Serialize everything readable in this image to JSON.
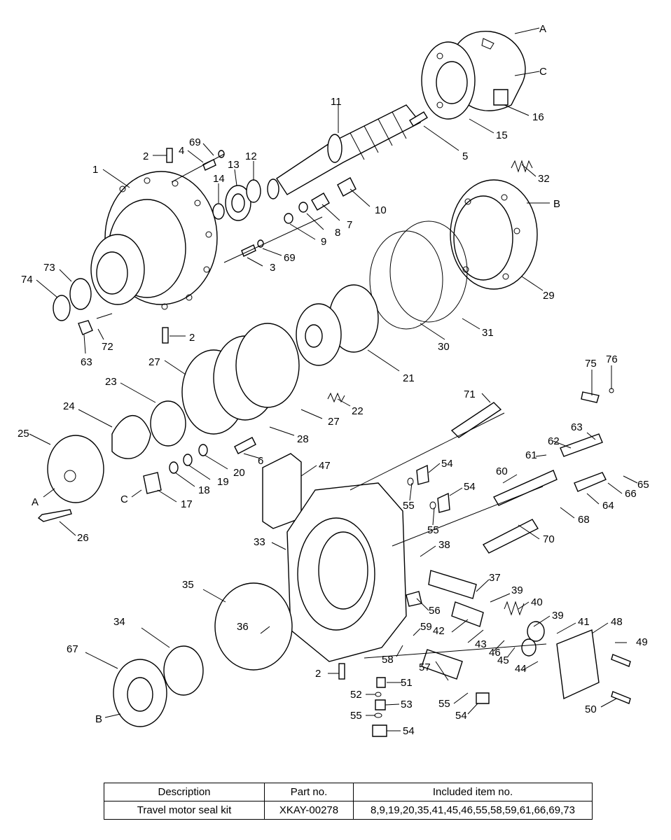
{
  "diagram": {
    "labels": [
      "A",
      "C",
      "16",
      "15",
      "11",
      "5",
      "69",
      "4",
      "2",
      "12",
      "13",
      "14",
      "1",
      "32",
      "10",
      "7",
      "8",
      "9",
      "B",
      "69",
      "3",
      "73",
      "74",
      "30",
      "31",
      "29",
      "72",
      "2",
      "63",
      "27",
      "23",
      "24",
      "21",
      "22",
      "27",
      "25",
      "28",
      "6",
      "20",
      "19",
      "18",
      "17",
      "A",
      "C",
      "26",
      "71",
      "47",
      "54",
      "63",
      "62",
      "61",
      "60",
      "55",
      "54",
      "65",
      "66",
      "64",
      "55",
      "68",
      "33",
      "38",
      "70",
      "37",
      "35",
      "39",
      "40",
      "36",
      "56",
      "42",
      "59",
      "39",
      "41",
      "48",
      "34",
      "43",
      "46",
      "45",
      "44",
      "49",
      "58",
      "67",
      "2",
      "51",
      "52",
      "53",
      "55",
      "57",
      "55",
      "54",
      "50",
      "B",
      "54",
      "75",
      "76"
    ]
  },
  "kit_table": {
    "headers": [
      "Description",
      "Part no.",
      "Included item no."
    ],
    "rows": [
      [
        "Travel motor seal kit",
        "XKAY-00278",
        "8,9,19,20,35,41,45,46,55,58,59,61,66,69,73"
      ]
    ]
  }
}
